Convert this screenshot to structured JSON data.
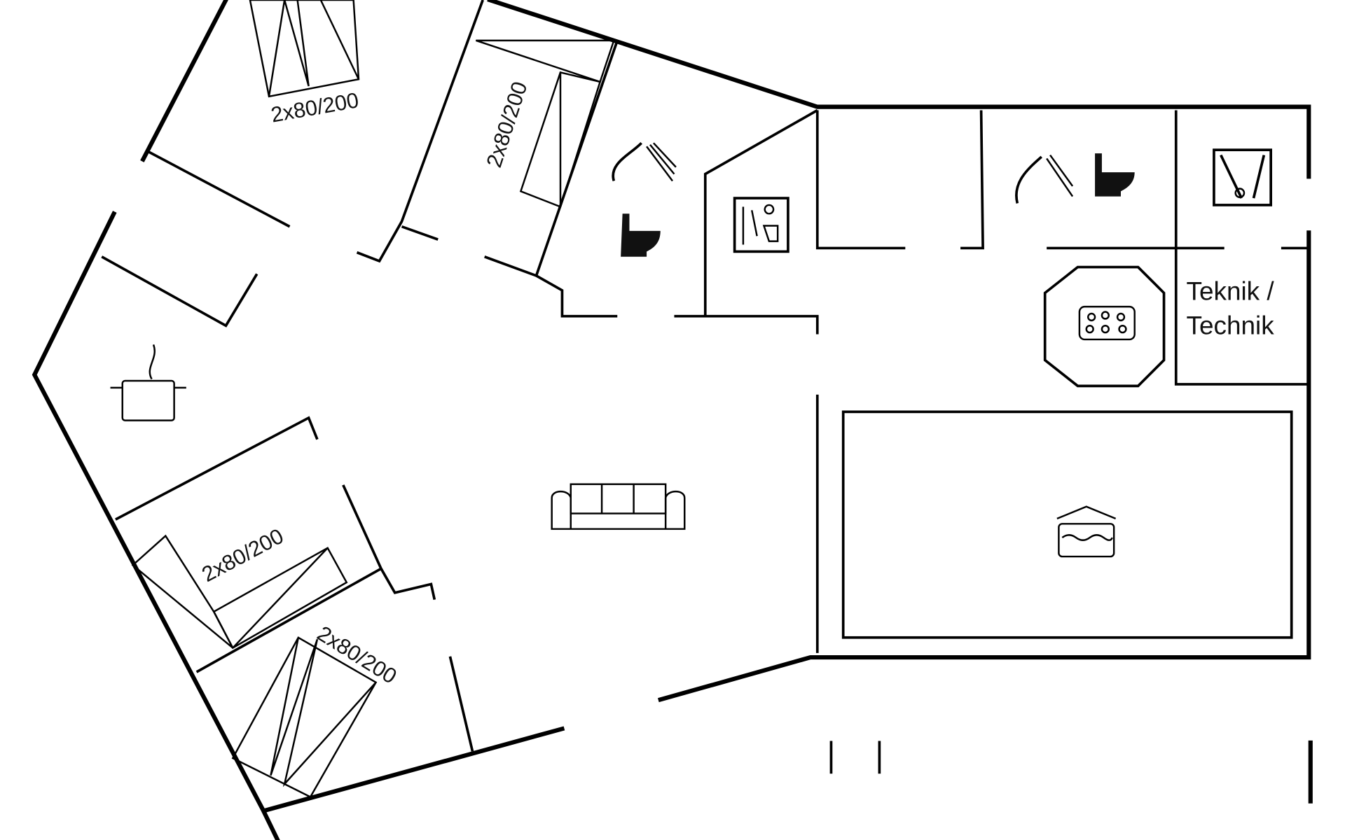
{
  "floorplan": {
    "bed_labels": [
      "2x80/200",
      "2x80/200",
      "2x80/200",
      "2x80/200"
    ],
    "technik_room": {
      "line1": "Teknik /",
      "line2": "Technik"
    },
    "icons": [
      "shower-icon",
      "toilet-icon",
      "sauna-icon",
      "utility-icon",
      "whirlpool-icon",
      "cooking-pot-icon",
      "sofa-icon",
      "pool-icon"
    ]
  }
}
